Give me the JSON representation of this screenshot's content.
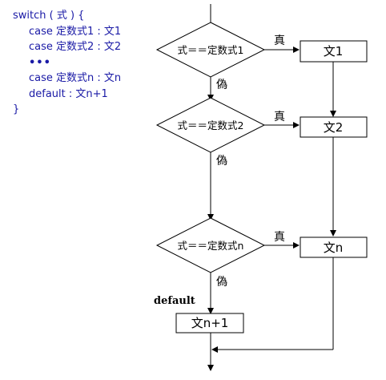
{
  "code": {
    "line1": "switch ( 式 ) {",
    "line2": "case 定数式1 : 文1",
    "line3": "case 定数式2 : 文2",
    "line4": "•••",
    "line5": "case 定数式n : 文n",
    "line6": "default : 文n+1",
    "line7": "}"
  },
  "flowchart": {
    "decisions": [
      "式＝＝定数式1",
      "式＝＝定数式2",
      "式＝＝定数式n"
    ],
    "statements": [
      "文1",
      "文2",
      "文n"
    ],
    "default_statement": "文n+1",
    "true_label": "真",
    "false_label": "偽",
    "default_label": "default"
  }
}
